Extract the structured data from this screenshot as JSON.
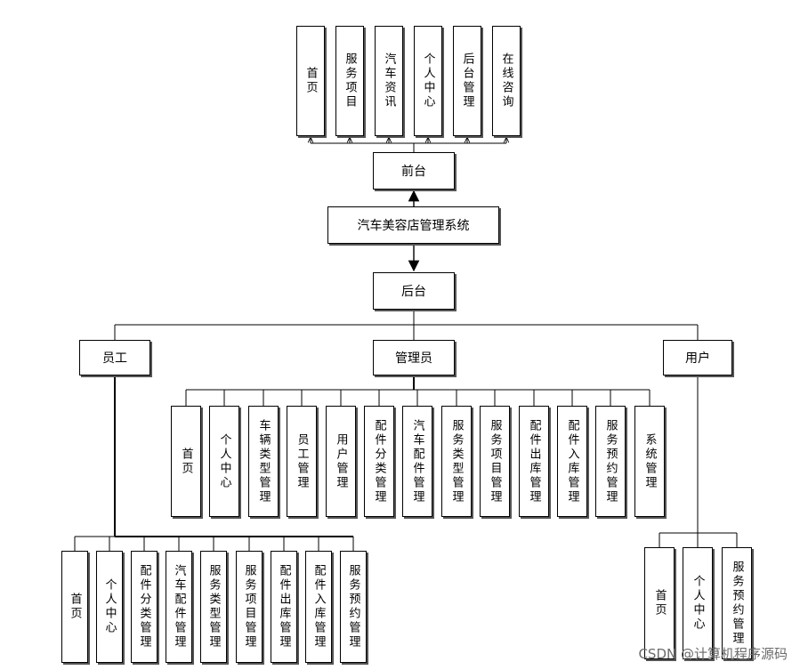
{
  "system": {
    "label": "汽车美容店管理系统"
  },
  "front": {
    "label": "前台",
    "modules": [
      "首页",
      "服务项目",
      "汽车资讯",
      "个人中心",
      "后台管理",
      "在线咨询"
    ]
  },
  "back": {
    "label": "后台"
  },
  "roles": {
    "employee": {
      "label": "员工",
      "modules": [
        "首页",
        "个人中心",
        "配件分类管理",
        "汽车配件管理",
        "服务类型管理",
        "服务项目管理",
        "配件出库管理",
        "配件入库管理",
        "服务预约管理"
      ]
    },
    "admin": {
      "label": "管理员",
      "modules": [
        "首页",
        "个人中心",
        "车辆类型管理",
        "员工管理",
        "用户管理",
        "配件分类管理",
        "汽车配件管理",
        "服务类型管理",
        "服务项目管理",
        "配件出库管理",
        "配件入库管理",
        "服务预约管理",
        "系统管理"
      ]
    },
    "user": {
      "label": "用户",
      "modules": [
        "首页",
        "个人中心",
        "服务预约管理"
      ]
    }
  },
  "watermark": "CSDN @计算机程序源码"
}
